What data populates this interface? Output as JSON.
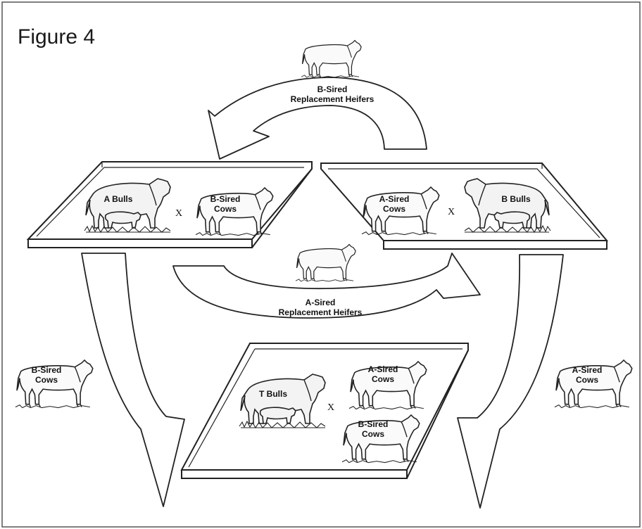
{
  "figure": {
    "title": "Figure 4"
  },
  "arrows": {
    "top_label": [
      "B-Sired",
      "Replacement Heifers"
    ],
    "middle_label": [
      "A-Sired",
      "Replacement Heifers"
    ]
  },
  "pens": {
    "left": {
      "bull_label": "A Bulls",
      "cross": "X",
      "cow_label": [
        "B-Sired",
        "Cows"
      ]
    },
    "right": {
      "cow_label": [
        "A-Sired",
        "Cows"
      ],
      "cross": "X",
      "bull_label": "B Bulls"
    },
    "bottom": {
      "bull_label": "T Bulls",
      "cross": "X",
      "cow_label_a": [
        "A-Sired",
        "Cows"
      ],
      "cow_label_b": [
        "B-Sired",
        "Cows"
      ]
    }
  },
  "outside": {
    "left_cows": [
      "B-Sired",
      "Cows"
    ],
    "right_cows": [
      "A-Sired",
      "Cows"
    ]
  },
  "colors": {
    "ink": "#222222",
    "paper": "#ffffff",
    "frame": "#555555"
  }
}
